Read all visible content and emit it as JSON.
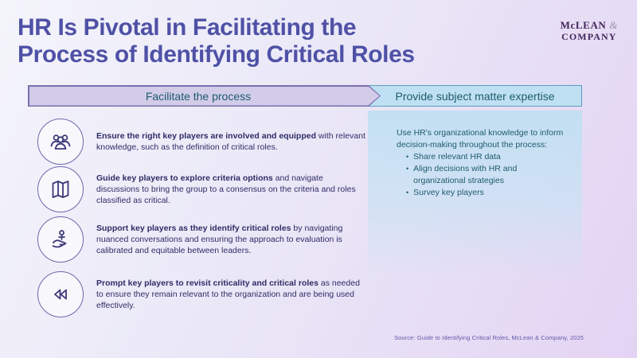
{
  "header": {
    "title_line1": "HR Is Pivotal in Facilitating the",
    "title_line2": "Process of Identifying Critical Roles",
    "logo_line1": "McLEAN",
    "logo_ampersand": "&",
    "logo_line2": "COMPANY"
  },
  "columns": {
    "left_header": "Facilitate the process",
    "right_header": "Provide subject matter expertise"
  },
  "left_items": [
    {
      "icon": "group-icon",
      "bold": "Ensure the right key players are involved and equipped",
      "rest": " with relevant knowledge, such as the definition of critical roles."
    },
    {
      "icon": "map-icon",
      "bold": "Guide key players to explore criteria options",
      "rest": " and navigate discussions to bring the group to a consensus on the criteria and roles classified as critical."
    },
    {
      "icon": "hand-person-icon",
      "bold": "Support key players as they identify critical roles",
      "rest": " by navigating nuanced conversations and ensuring the approach to evaluation is calibrated and equitable between leaders."
    },
    {
      "icon": "rewind-icon",
      "bold": "Prompt key players to revisit criticality and critical roles",
      "rest": " as needed to ensure they remain relevant to the organization and are being used effectively."
    }
  ],
  "right_panel": {
    "intro": "Use HR's organizational knowledge to inform decision-making throughout the process:",
    "bullet_char": "•",
    "bullets": [
      "Share relevant HR data",
      "Align decisions with HR and organizational strategies",
      "Survey key players"
    ]
  },
  "footer": {
    "source": "Source: Guide to Identifying Critical Roles, McLean & Company, 2025"
  },
  "colors": {
    "background_start": "#f4f4fb",
    "background_end": "#e4d4f4",
    "title": "#4f51a6",
    "logo": "#44265a",
    "logo_ampersand": "#9b8fa0",
    "banner_left_fill": "#d2cce9",
    "banner_left_border": "#7a6fae",
    "banner_right_fill": "#bfe0f2",
    "banner_right_border": "#5e9dc2",
    "banner_text": "#1e5b6d",
    "body_text": "#2e2c66",
    "right_text": "#1e5b6d",
    "icon_stroke": "#3b3878",
    "circle_border": "#6d68a8",
    "source_text": "#6257a8"
  }
}
